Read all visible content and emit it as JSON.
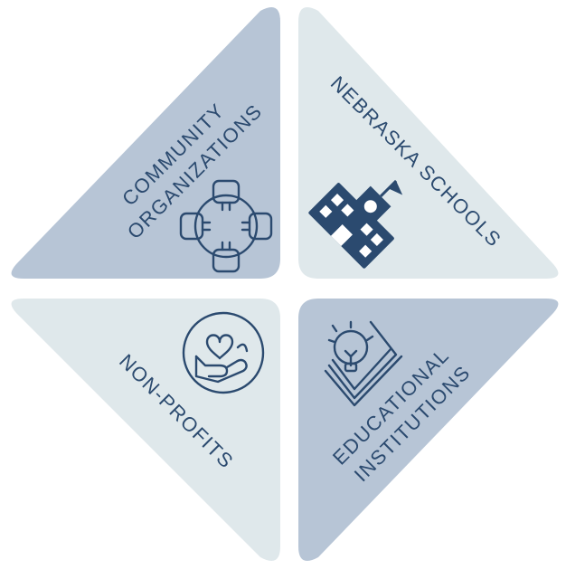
{
  "colors": {
    "dark_tile": "#b7c5d6",
    "light_tile": "#dfe8eb",
    "ink": "#2b4a6f"
  },
  "quadrants": {
    "top_left": {
      "lines": [
        "COMMUNITY",
        "ORGANIZATIONS"
      ],
      "icon": "handshake-circle-icon"
    },
    "top_right": {
      "lines": [
        "NEBRASKA SCHOOLS"
      ],
      "icon": "school-building-icon"
    },
    "bottom_left": {
      "lines": [
        "NON-PROFITS"
      ],
      "icon": "heart-hand-icon"
    },
    "bottom_right": {
      "lines": [
        "EDUCATIONAL",
        "INSTITUTIONS"
      ],
      "icon": "lightbulb-book-icon"
    }
  }
}
